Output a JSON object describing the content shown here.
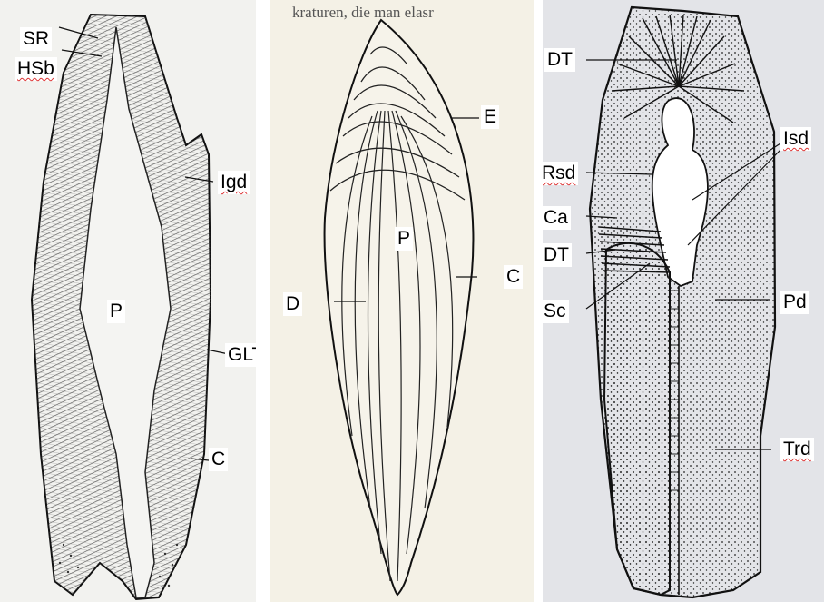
{
  "figure": {
    "panel_a": {
      "labels": {
        "sr": "SR",
        "hsb": "HSb",
        "igd": "Igd",
        "p": "P",
        "glt": "GLT",
        "c": "C"
      }
    },
    "panel_b": {
      "background_text": "kraturen, die man elasr",
      "labels": {
        "e": "E",
        "p": "P",
        "c": "C",
        "d": "D"
      }
    },
    "panel_c": {
      "labels": {
        "dt_top": "DT",
        "isd": "Isd",
        "rsd": "Rsd",
        "ca": "Ca",
        "dt_mid": "DT",
        "sc": "Sc",
        "pd": "Pd",
        "trd": "Trd"
      }
    }
  },
  "colors": {
    "annotation_box": "#ffffff",
    "ink": "#1a1a1a",
    "spellcheck_underline": "#dd3333"
  }
}
